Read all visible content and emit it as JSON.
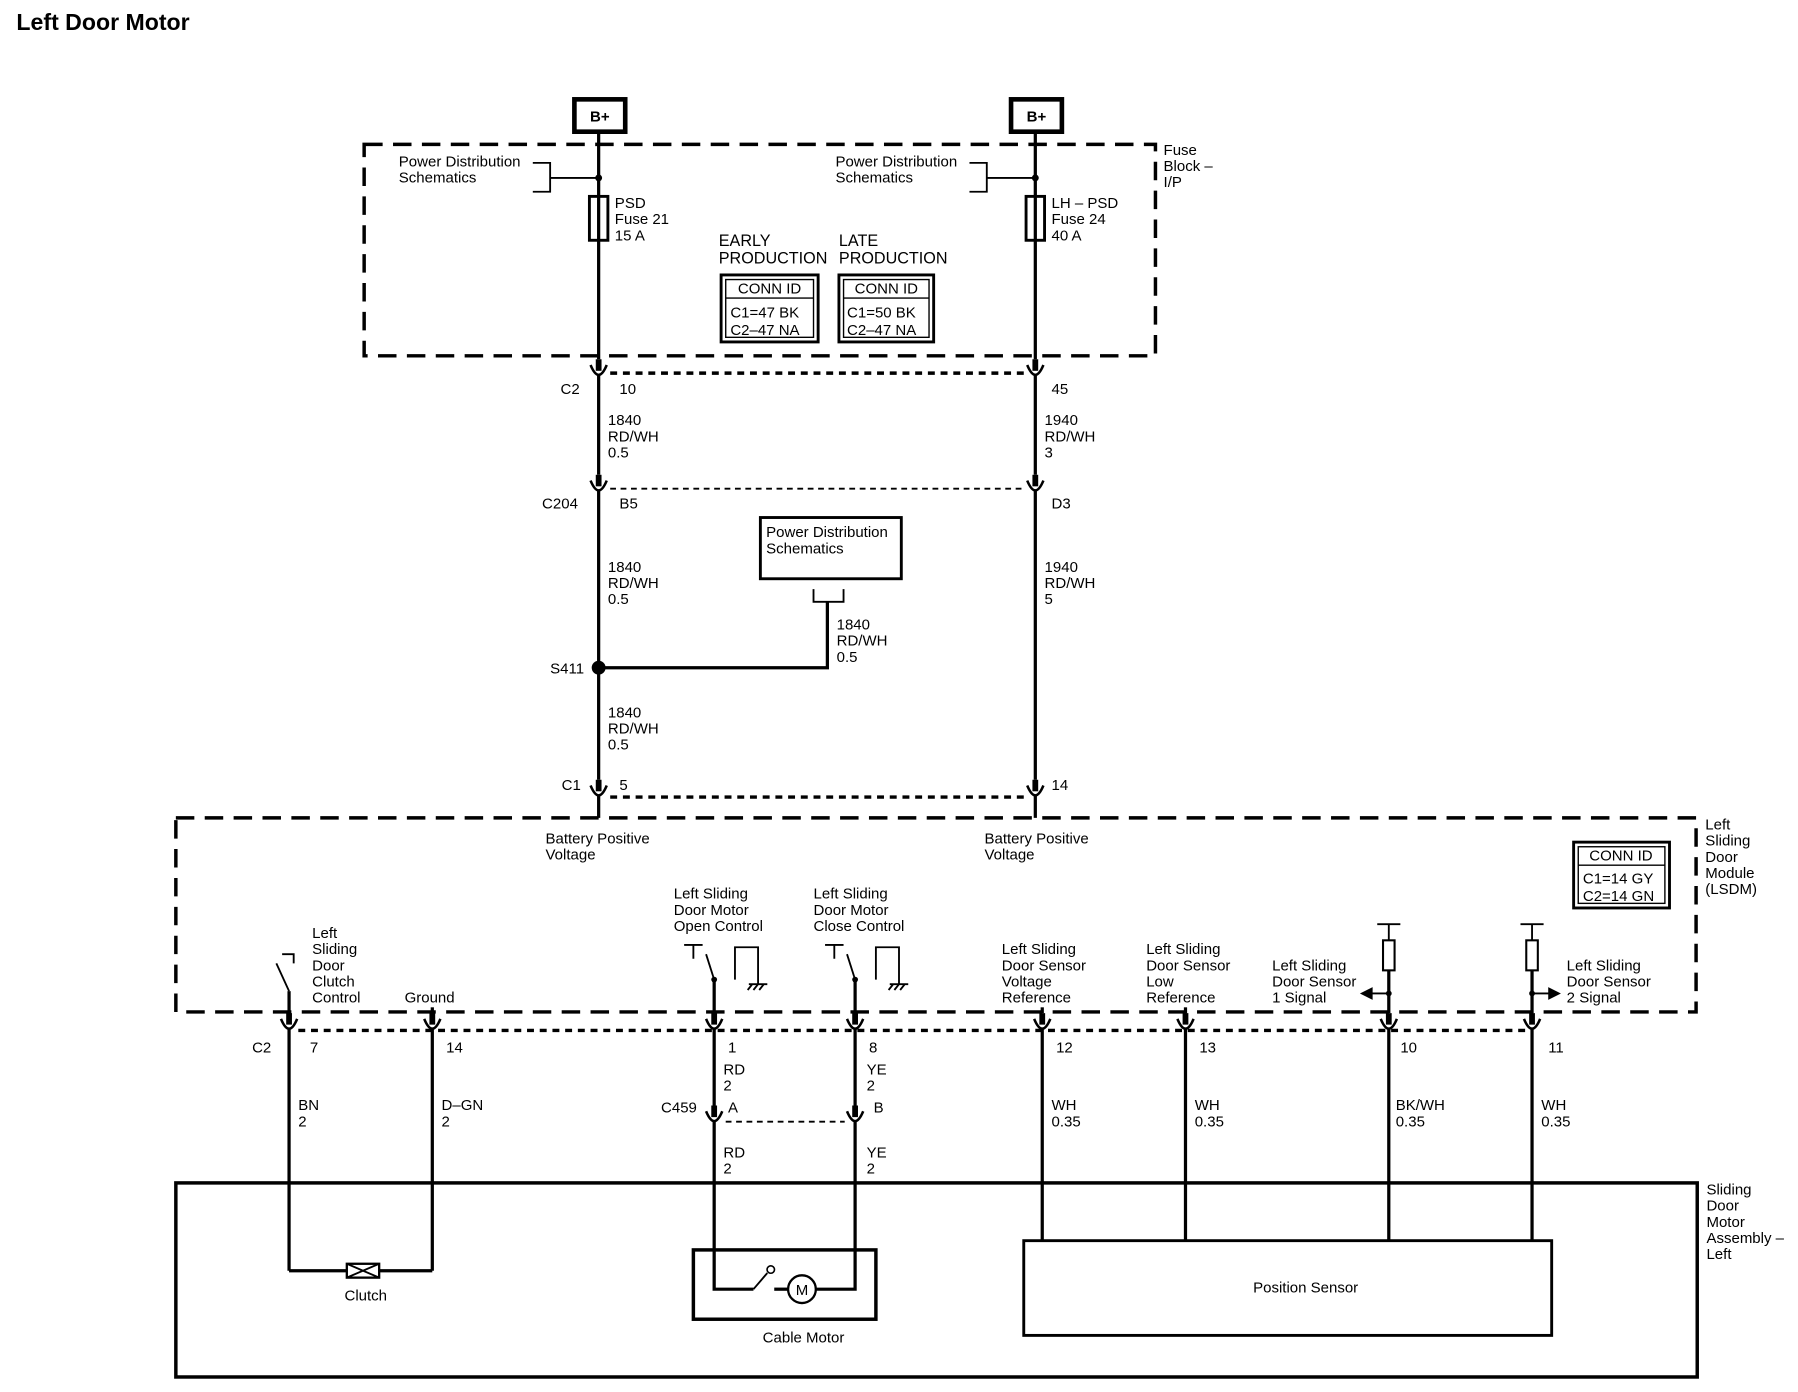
{
  "title": "Left Door Motor",
  "supply": {
    "left": "B+",
    "right": "B+"
  },
  "fuse_block": {
    "label": [
      "Fuse",
      "Block –",
      "I/P"
    ],
    "left_reference": [
      "Power Distribution",
      "Schematics"
    ],
    "right_reference": [
      "Power Distribution",
      "Schematics"
    ],
    "left_fuse": [
      "PSD",
      "Fuse 21",
      "15 A"
    ],
    "right_fuse": [
      "LH – PSD",
      "Fuse 24",
      "40 A"
    ],
    "early_production": {
      "heading": [
        "EARLY",
        "PRODUCTION"
      ],
      "conn_id_title": "CONN ID",
      "conn_ids": [
        "C1=47 BK",
        "C2–47 NA"
      ]
    },
    "late_production": {
      "heading": [
        "LATE",
        "PRODUCTION"
      ],
      "conn_id_title": "CONN ID",
      "conn_ids": [
        "C1=50 BK",
        "C2–47 NA"
      ]
    }
  },
  "connectors": {
    "c2_upper": {
      "name": "C2",
      "pins": [
        "10",
        "45"
      ]
    },
    "c204": {
      "name": "C204",
      "pins": [
        "B5",
        "D3"
      ]
    },
    "c1": {
      "name": "C1",
      "pins": [
        "5",
        "14"
      ]
    },
    "c2_lower": {
      "name": "C2",
      "pins": [
        "7",
        "14",
        "1",
        "8",
        "12",
        "13",
        "10",
        "11"
      ]
    },
    "c459": {
      "name": "C459",
      "pins": [
        "A",
        "B"
      ]
    }
  },
  "splice": {
    "name": "S411"
  },
  "power_distribution_box": [
    "Power Distribution",
    "Schematics"
  ],
  "wires": {
    "left_c2_to_c204": [
      "1840",
      "RD/WH",
      "0.5"
    ],
    "right_c2_to_c204": [
      "1940",
      "RD/WH",
      "3"
    ],
    "left_c204_to_s411": [
      "1840",
      "RD/WH",
      "0.5"
    ],
    "right_c204_to_c1": [
      "1940",
      "RD/WH",
      "5"
    ],
    "s411_branch": [
      "1840",
      "RD/WH",
      "0.5"
    ],
    "left_s411_to_c1": [
      "1840",
      "RD/WH",
      "0.5"
    ],
    "clutch_control": [
      "BN",
      "2"
    ],
    "ground": [
      "D–GN",
      "2"
    ],
    "open_control_c2_to_c459": [
      "RD",
      "2"
    ],
    "close_control_c2_to_c459": [
      "YE",
      "2"
    ],
    "open_control_c459_to_motor": [
      "RD",
      "2"
    ],
    "close_control_c459_to_motor": [
      "YE",
      "2"
    ],
    "sensor_voltage_reference": [
      "WH",
      "0.35"
    ],
    "sensor_low_reference": [
      "WH",
      "0.35"
    ],
    "sensor_1_signal": [
      "BK/WH",
      "0.35"
    ],
    "sensor_2_signal": [
      "WH",
      "0.35"
    ]
  },
  "lsdm": {
    "label": [
      "Left",
      "Sliding",
      "Door",
      "Module",
      "(LSDM)"
    ],
    "conn_id_title": "CONN ID",
    "conn_ids": [
      "C1=14 GY",
      "C2=14 GN"
    ],
    "left_input": [
      "Battery Positive",
      "Voltage"
    ],
    "right_input": [
      "Battery Positive",
      "Voltage"
    ],
    "clutch_control": [
      "Left",
      "Sliding",
      "Door",
      "Clutch",
      "Control"
    ],
    "ground": "Ground",
    "open_control": [
      "Left Sliding",
      "Door Motor",
      "Open Control"
    ],
    "close_control": [
      "Left Sliding",
      "Door Motor",
      "Close Control"
    ],
    "sensor_voltage_reference": [
      "Left Sliding",
      "Door Sensor",
      "Voltage",
      "Reference"
    ],
    "sensor_low_reference": [
      "Left Sliding",
      "Door Sensor",
      "Low",
      "Reference"
    ],
    "sensor_1_signal": [
      "Left Sliding",
      "Door Sensor",
      "1 Signal"
    ],
    "sensor_2_signal": [
      "Left Sliding",
      "Door Sensor",
      "2 Signal"
    ]
  },
  "motor_assembly": {
    "label": [
      "Sliding",
      "Door",
      "Motor",
      "Assembly –",
      "Left"
    ],
    "clutch": "Clutch",
    "motor_symbol": "M",
    "cable_motor": "Cable Motor",
    "position_sensor": "Position Sensor"
  }
}
